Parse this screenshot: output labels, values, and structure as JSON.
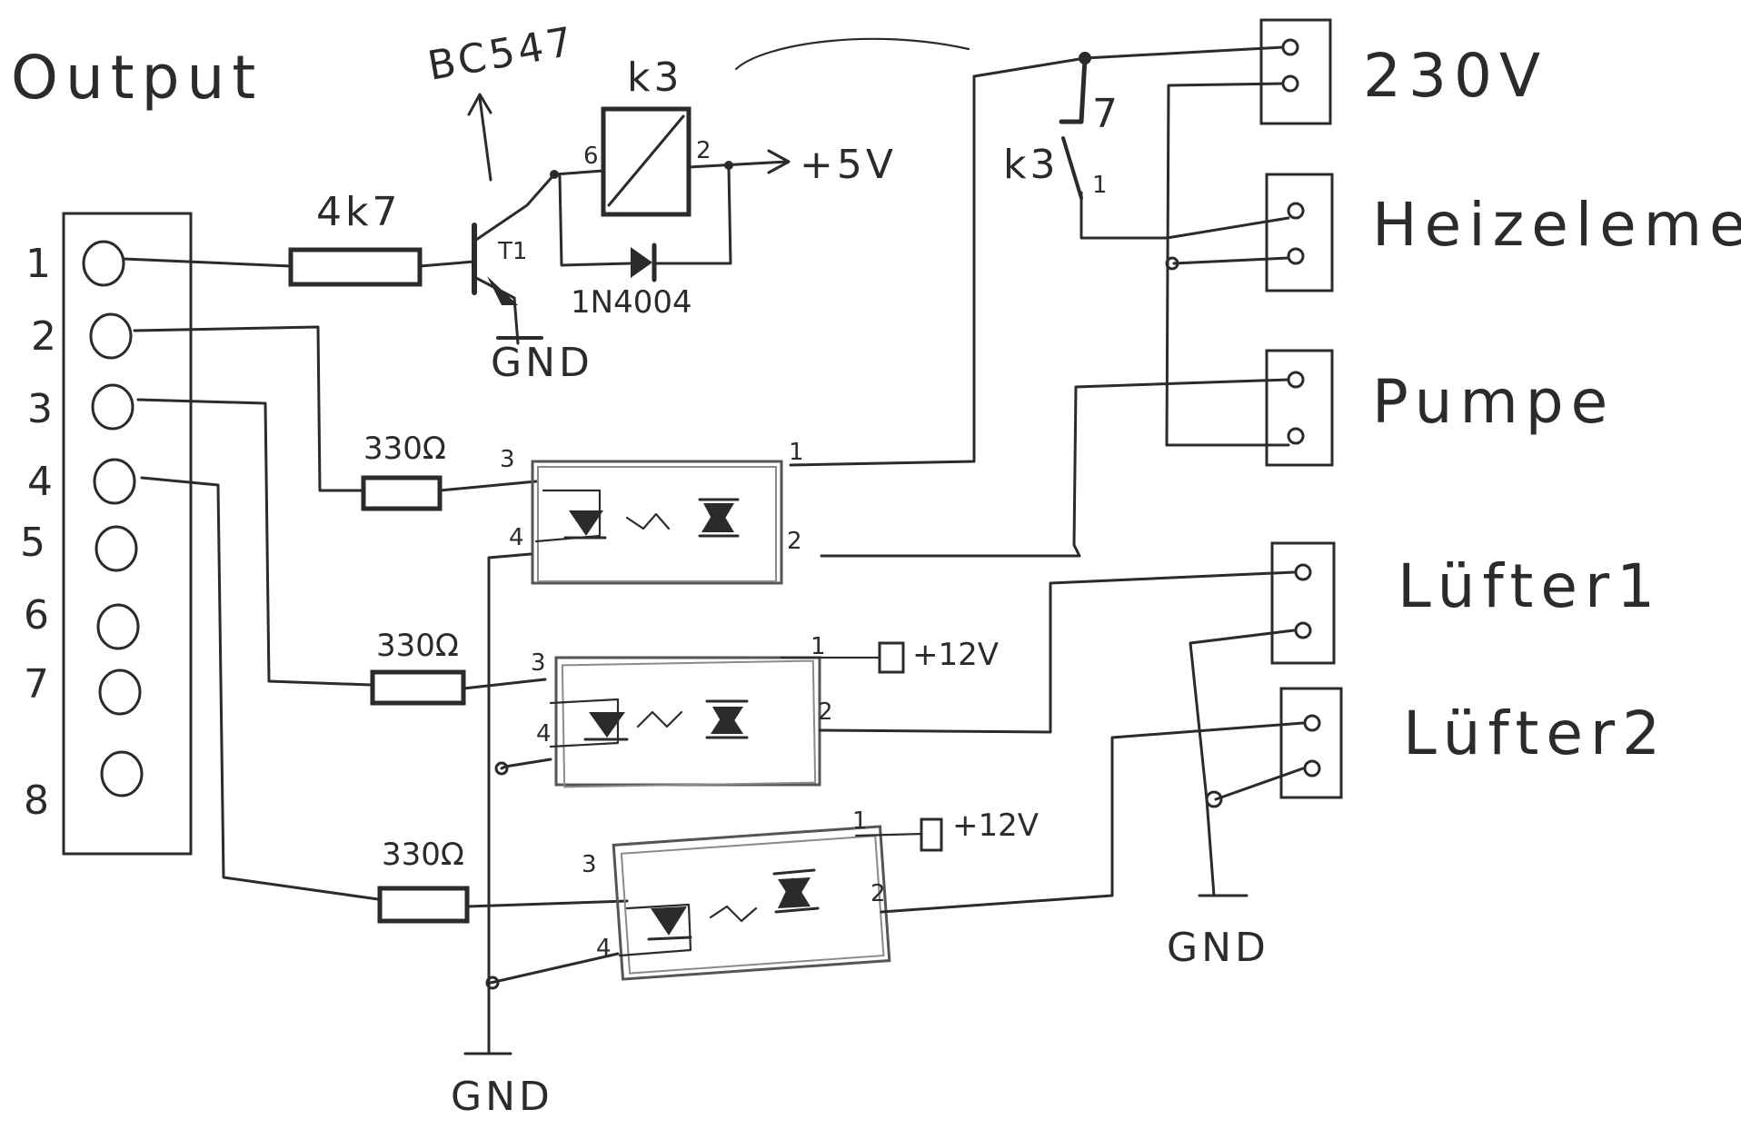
{
  "header": {
    "output_label": "Output"
  },
  "output_connector": {
    "pins": [
      "1",
      "2",
      "3",
      "4",
      "5",
      "6",
      "7",
      "8"
    ]
  },
  "transistor_stage": {
    "resistor_label": "4k7",
    "transistor_type": "BC547",
    "transistor_ref": "T1",
    "relay_label": "k3",
    "relay_pin_coil_a": "6",
    "relay_pin_coil_b": "2",
    "supply_label": "+5V",
    "diode_label": "1N4004",
    "ground_label": "GND"
  },
  "relay_switch": {
    "label": "k3",
    "pin_top": "7",
    "pin_bottom": "1"
  },
  "optocoupler_1": {
    "resistor_label": "330Ω",
    "pin_3": "3",
    "pin_4": "4",
    "pin_1": "1",
    "pin_2": "2"
  },
  "optocoupler_2": {
    "resistor_label": "330Ω",
    "pin_3": "3",
    "pin_4": "4",
    "pin_1": "1",
    "pin_2": "2",
    "supply_label": "+12V"
  },
  "optocoupler_3": {
    "resistor_label": "330Ω",
    "pin_3": "3",
    "pin_4": "4",
    "pin_1": "1",
    "pin_2": "2",
    "supply_label": "+12V"
  },
  "outputs": {
    "mains": "230V",
    "heater": "Heizelement",
    "pump": "Pumpe",
    "fan1": "Lüfter1",
    "fan2": "Lüfter2"
  },
  "grounds": {
    "gnd_bottom": "GND",
    "gnd_right": "GND"
  }
}
